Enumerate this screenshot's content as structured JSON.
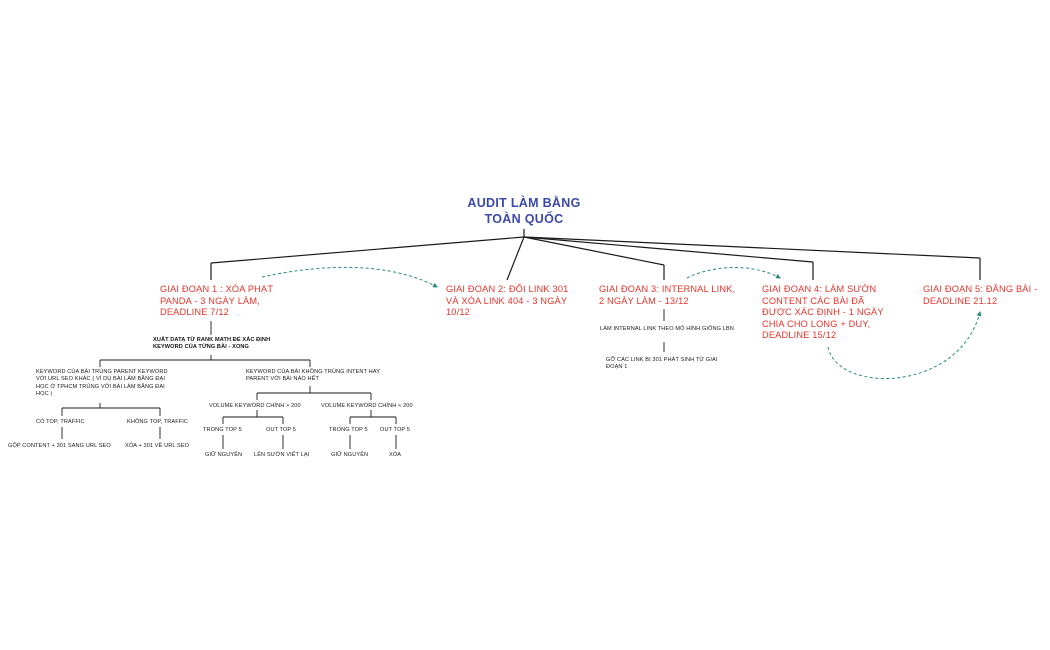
{
  "title": "AUDIT LÀM BẰNG TOÀN QUỐC",
  "stages": [
    {
      "label": "GIAI ĐOẠN 1 : XÓA PHẠT PANDA - 3 NGÀY LÀM, DEADLINE 7/12"
    },
    {
      "label": "GIAI ĐOẠN 2: ĐỔI LINK 301 VÀ XÓA LINK 404 - 3 NGÀY 10/12"
    },
    {
      "label": "GIAI ĐOẠN 3: INTERNAL LINK, 2 NGÀY LÀM - 13/12"
    },
    {
      "label": "GIAI ĐOẠN 4: LÀM SƯỜN CONTENT CÁC BÀI ĐÃ ĐƯỢC XÁC ĐỊNH - 1 NGÀY CHIA CHO LONG + DUY, DEADLINE 15/12"
    },
    {
      "label": "GIAI ĐOẠN 5: ĐĂNG BÀI - DEADLINE 21.12"
    }
  ],
  "stage1": {
    "step": "XUẤT DATA TỪ RANK MATH ĐỂ XÁC ĐỊNH KEYWORD CỦA TỪNG BÀI - XONG",
    "left_branch": {
      "label": "KEYWORD CỦA BÀI TRÙNG PARENT KEYWORD VỚI URL SEO KHÁC ( VÍ DỤ BÀI LÀM BẰNG ĐẠI HỌC Ở TPHCM TRÙNG VỚI BÀI LÀM BẰNG ĐẠI HỌC )",
      "has_top": "CÓ TOP, TRAFFIC",
      "has_top_action": "GỘP CONTENT + 301 SANG URL SEO",
      "no_top": "KHÔNG TOP, TRAFFIC",
      "no_top_action": "XÓA + 301 VỀ URL SEO"
    },
    "right_branch": {
      "label": "KEYWORD CỦA BÀI KHÔNG TRÙNG INTENT HAY PARENT VỚI BÀI NÀO HẾT",
      "vol_high": "VOLUME KEYWORD CHÍNH > 200",
      "vol_high_in": "TRONG TOP 5",
      "vol_high_in_action": "GIỮ NGUYÊN",
      "vol_high_out": "OUT TOP 5",
      "vol_high_out_action": "LÊN SƯỜN VIẾT LẠI",
      "vol_low": "VOLUME KEYWORD CHÍNH < 200",
      "vol_low_in": "TRONG TOP 5",
      "vol_low_in_action": "GIỮ NGUYÊN",
      "vol_low_out": "OUT TOP 5",
      "vol_low_out_action": "XÓA"
    }
  },
  "stage3": {
    "step1": "LÀM INTERNAL LINK THEO MÔ HÌNH GIỐNG LBN",
    "step2": "GỠ CÁC LINK BỊ 301 PHÁT SINH TỪ GIAI ĐOẠN 1"
  },
  "colors": {
    "title": "#3b49a8",
    "stage": "#e8332a",
    "line": "#1a1a1a",
    "dependency_arrow": "#2a8a7a"
  }
}
